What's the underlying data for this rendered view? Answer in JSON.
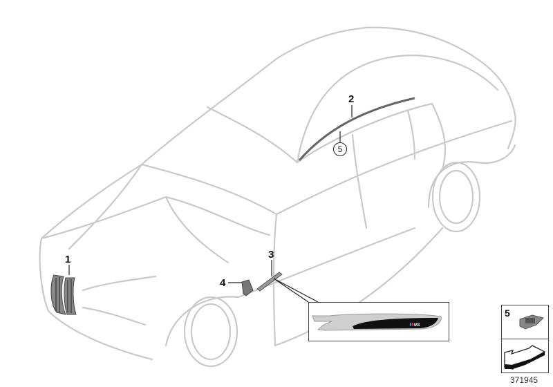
{
  "callouts": [
    {
      "number": "1"
    },
    {
      "number": "2"
    },
    {
      "number": "3"
    },
    {
      "number": "4"
    },
    {
      "number": "5",
      "circled": true
    }
  ],
  "inset_badge_text": "M3",
  "legend_box": {
    "number": "5"
  },
  "diagram_id": "371945",
  "colors": {
    "outline": "#c8c8c8",
    "highlight_part": "#555555",
    "leader": "#222222"
  }
}
